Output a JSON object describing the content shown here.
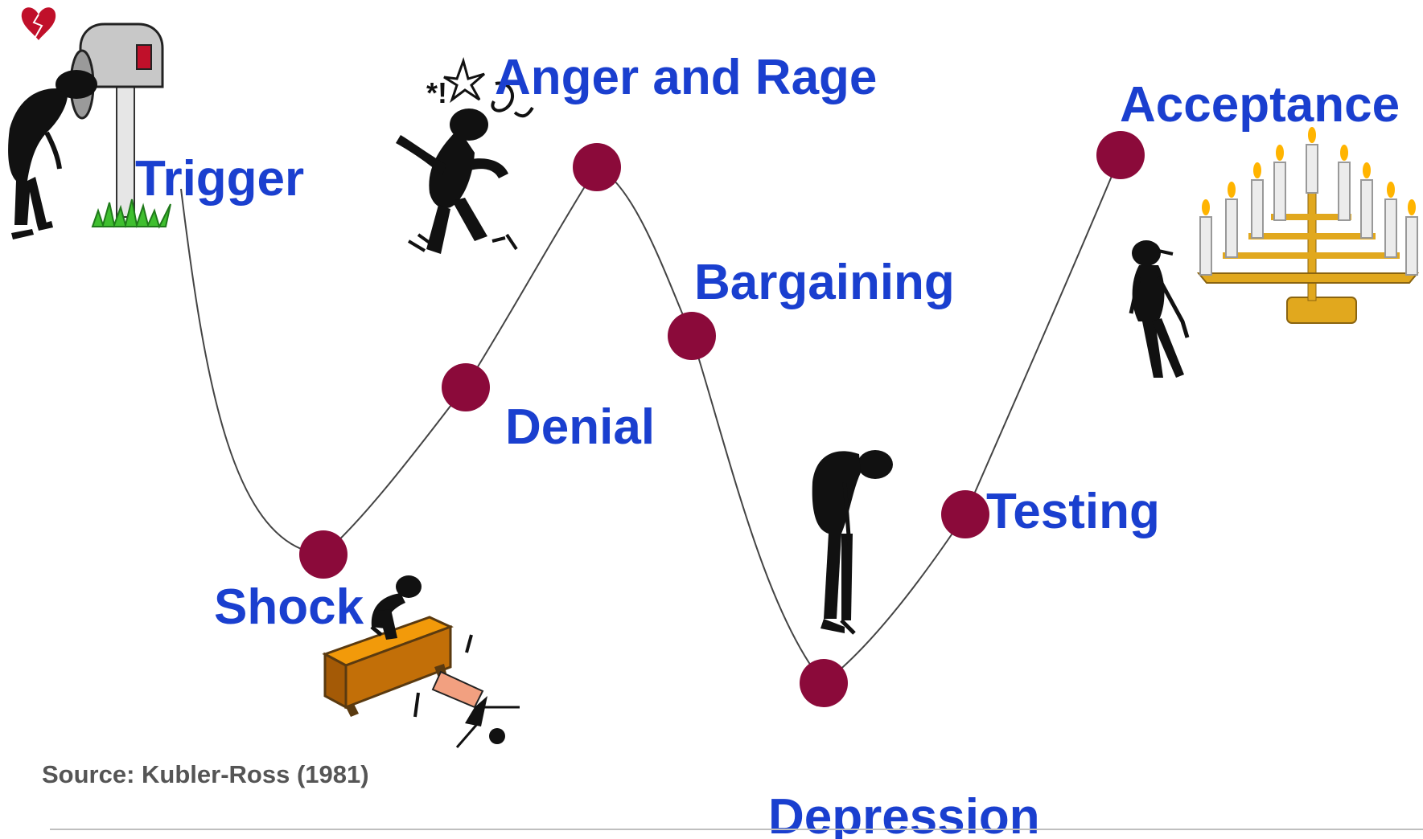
{
  "source": "Source: Kubler-Ross (1981)",
  "stages": [
    {
      "id": "trigger",
      "label": "Trigger"
    },
    {
      "id": "shock",
      "label": "Shock"
    },
    {
      "id": "denial",
      "label": "Denial"
    },
    {
      "id": "anger",
      "label": "Anger and Rage"
    },
    {
      "id": "bargaining",
      "label": "Bargaining"
    },
    {
      "id": "depression",
      "label": "Depression"
    },
    {
      "id": "testing",
      "label": "Testing"
    },
    {
      "id": "acceptance",
      "label": "Acceptance"
    }
  ],
  "colors": {
    "label": "#1a3fcf",
    "node": "#8b0a3a",
    "curve": "#444444",
    "source": "#555555"
  },
  "illustrations": [
    "mailbox-heartbreak-figure",
    "angry-jumping-figure",
    "fallen-desk-figure",
    "depressed-standing-figure",
    "hopeful-figure",
    "menorah-candles-icon"
  ]
}
